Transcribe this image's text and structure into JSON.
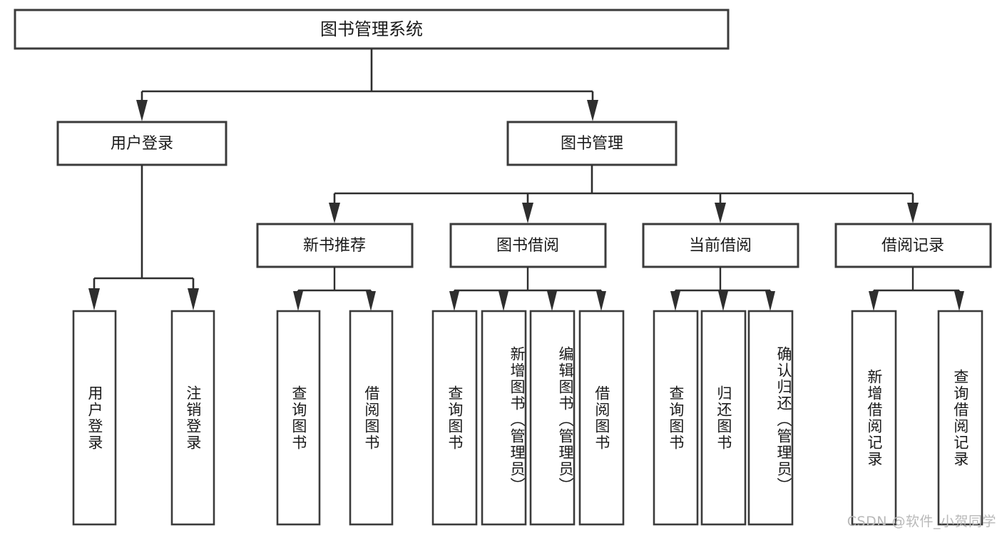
{
  "diagram": {
    "type": "tree-hierarchy",
    "title": "图书管理系统",
    "watermark": "CSDN @软件_小贺同学",
    "colors": {
      "box_stroke": "#3b3b3b",
      "connector": "#2e2e2e",
      "background": "#ffffff",
      "text": "#1a1a1a",
      "watermark": "#b9b9b9"
    },
    "root": {
      "label": "图书管理系统"
    },
    "level2": [
      {
        "label": "用户登录"
      },
      {
        "label": "图书管理"
      }
    ],
    "level3": [
      {
        "label": "新书推荐"
      },
      {
        "label": "图书借阅"
      },
      {
        "label": "当前借阅"
      },
      {
        "label": "借阅记录"
      }
    ],
    "leaves": {
      "user_login": [
        {
          "label": "用户登录"
        },
        {
          "label": "注销登录"
        }
      ],
      "new_book_recommend": [
        {
          "label": "查询图书"
        },
        {
          "label": "借阅图书"
        }
      ],
      "book_borrow": [
        {
          "label": "查询图书"
        },
        {
          "label": "新增图书（管理员）"
        },
        {
          "label": "编辑图书（管理员）"
        },
        {
          "label": "借阅图书"
        }
      ],
      "current_borrow": [
        {
          "label": "查询图书"
        },
        {
          "label": "归还图书"
        },
        {
          "label": "确认归还（管理员）"
        }
      ],
      "borrow_record": [
        {
          "label": "新增借阅记录"
        },
        {
          "label": "查询借阅记录"
        }
      ]
    }
  }
}
